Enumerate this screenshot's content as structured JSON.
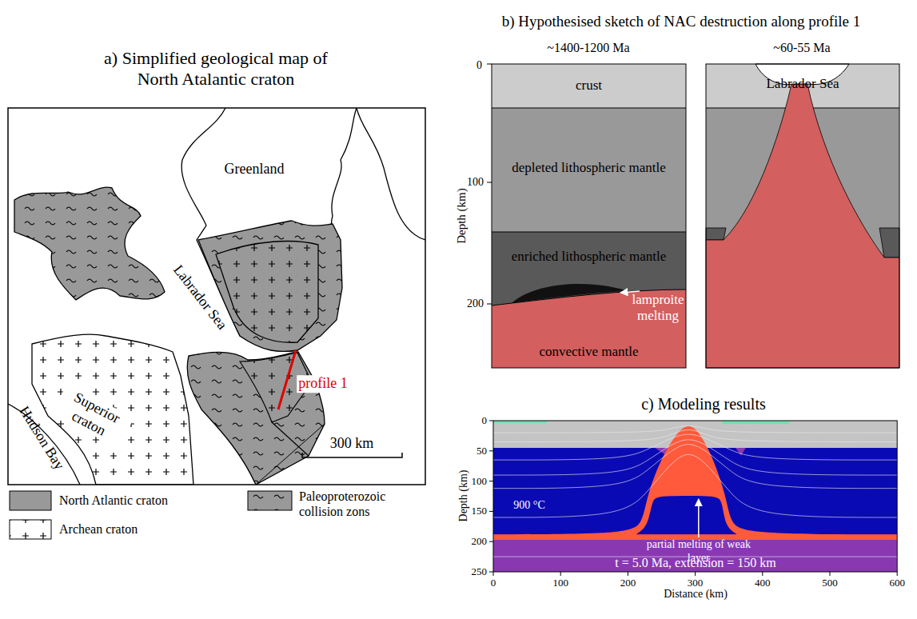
{
  "diagram": {
    "nodes": [
      {
        "text": [
          "crust"
        ]
      },
      {
        "text": [
          "depleted lithospheric mantle"
        ]
      },
      {
        "text": [
          "enriched lithospheric mantle"
        ]
      },
      {
        "text": [
          "convective mantle"
        ]
      },
      {
        "text": [
          "Labrador Sea"
        ]
      }
    ],
    "labels": [
      "a) Simplified geological map of North Atalantic craton",
      "Greenland",
      "Labrador Sea",
      "Superior craton",
      "Hudson Bay",
      "profile 1",
      "300 km",
      "b) Hypothesised sketch of NAC destruction along profile 1",
      "~1400-1200 Ma",
      "~60-55 Ma",
      "Depth (km)",
      "0",
      "100",
      "200",
      "lamproite melting",
      "c) Modeling results",
      "Depth (km)",
      "0",
      "50",
      "100",
      "150",
      "200",
      "250",
      "0",
      "100",
      "200",
      "300",
      "400",
      "500",
      "600",
      "Distance (km)",
      "900 °C",
      "partial melting of weak layer",
      "t = 5.0 Ma, extension = 150 km"
    ],
    "legend": [
      {
        "text": "North Atlantic craton",
        "color": "#999999"
      },
      {
        "text": "Archean craton"
      },
      {
        "text": "Paleoproterozoic collision zons"
      }
    ]
  }
}
